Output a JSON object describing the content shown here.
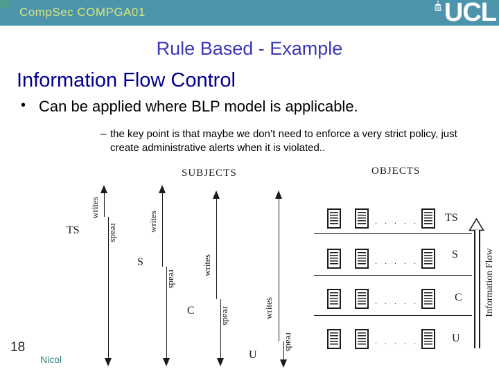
{
  "header": {
    "course": "CompSec COMPGA01",
    "logo": "UCL"
  },
  "slide": {
    "title": "Rule Based - Example",
    "heading": "Information Flow Control",
    "bullet_marker": "•",
    "bullet": "Can be applied where BLP model is applicable.",
    "sub_dash": "–",
    "sub_bullet": "the key point is that maybe we don’t need to enforce a very strict policy, just create administrative alerts when it is violated..",
    "page_number": "18",
    "author": "Nicol"
  },
  "diagram": {
    "subjects_title": "SUBJECTS",
    "objects_title": "OBJECTS",
    "writes": "writes",
    "reads": "reads",
    "flow_label": "Information Flow",
    "dots": ". . . . . . .",
    "levels": [
      {
        "label": "TS"
      },
      {
        "label": "S"
      },
      {
        "label": "C"
      },
      {
        "label": "U"
      }
    ]
  },
  "colors": {
    "top_bar": "#4c93ac",
    "top_bar_text": "#d6e97c",
    "title": "#3c38b4",
    "heading": "#00008f",
    "body_text": "#000000",
    "author": "#2e8080",
    "diagram_ink": "#1a1a1a"
  }
}
